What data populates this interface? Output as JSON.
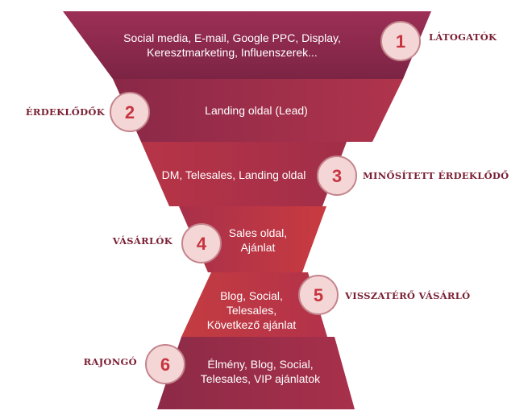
{
  "stages": [
    {
      "number": "1",
      "label": "LÁTOGATÓK",
      "lines": [
        "Social media, E-mail, Google PPC, Display,",
        "Keresztmarketing, Influenszerek..."
      ]
    },
    {
      "number": "2",
      "label": "ÉRDEKLŐDŐK",
      "lines": [
        "Landing oldal (Lead)"
      ]
    },
    {
      "number": "3",
      "label": "MINŐSÍTETT ÉRDEKLŐDŐ",
      "lines": [
        "DM, Telesales, Landing oldal"
      ]
    },
    {
      "number": "4",
      "label": "VÁSÁRLÓK",
      "lines": [
        "Sales oldal,",
        "Ajánlat"
      ]
    },
    {
      "number": "5",
      "label": "VISSZATÉRŐ VÁSÁRLÓ",
      "lines": [
        "Blog, Social,",
        "Telesales,",
        "Következő ajánlat"
      ]
    },
    {
      "number": "6",
      "label": "RAJONGÓ",
      "lines": [
        "Élmény, Blog, Social,",
        "Telesales, VIP ajánlatok"
      ]
    }
  ],
  "colors": {
    "band_dark": "#8e2a4a",
    "band_mid": "#a8304a",
    "band_light": "#c23a40",
    "circle_fill": "#f4d6d7",
    "circle_stroke": "#c4848c",
    "number_color": "#c7343f",
    "label_color": "#7a1f33",
    "text_color": "#ffffff"
  }
}
